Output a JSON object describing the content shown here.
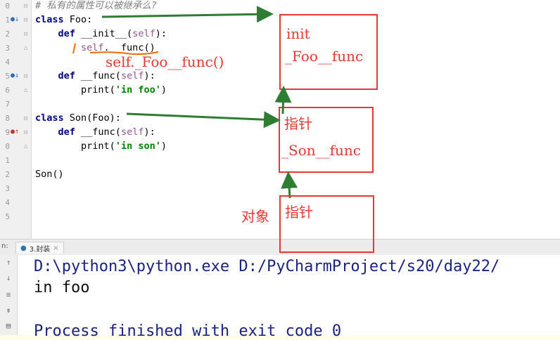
{
  "editor": {
    "line_numbers": [
      "0",
      "1",
      "2",
      "3",
      "4",
      "5",
      "6",
      "7",
      "8",
      "9",
      "0",
      "1",
      "2",
      "3",
      "4",
      "5"
    ],
    "lines": [
      {
        "comment": "# 私有的属性可以被继承么?"
      },
      {
        "kw": "class",
        "rest": " Foo:"
      },
      {
        "kw": "def",
        "rest_a": " __init__(",
        "self": "self",
        "rest_b": "):"
      },
      {
        "self": "self",
        "rest": ".__func()"
      },
      {
        "blank": ""
      },
      {
        "kw": "def",
        "rest_a": " __func(",
        "self": "self",
        "rest_b": "):"
      },
      {
        "fn": "print(",
        "str": "'in foo'",
        "end": ")"
      },
      {
        "blank": ""
      },
      {
        "kw": "class",
        "rest": " Son(Foo):"
      },
      {
        "kw": "def",
        "rest_a": " __func(",
        "self": "self",
        "rest_b": "):"
      },
      {
        "fn": "print(",
        "str": "'in son'",
        "end": ")"
      },
      {
        "blank": ""
      },
      {
        "plain": "Son()"
      }
    ]
  },
  "annotations": {
    "handwritten_self_call": "self._Foo__func()",
    "box1_line1": "init",
    "box1_line2": "_Foo__func",
    "box2_line1": "指针",
    "box2_line2": "_Son__func",
    "box3_line1": "指针",
    "object_label": "对象",
    "colors": {
      "red": "#e53935",
      "green": "#2e7d32"
    }
  },
  "run_panel": {
    "prefix": "n:",
    "tab_label": "3.封装",
    "close_icon": "×"
  },
  "console": {
    "line1": "D:\\python3\\python.exe D:/PyCharmProject/s20/day22/",
    "line2": "in foo",
    "line3": "Process finished with exit code 0"
  }
}
